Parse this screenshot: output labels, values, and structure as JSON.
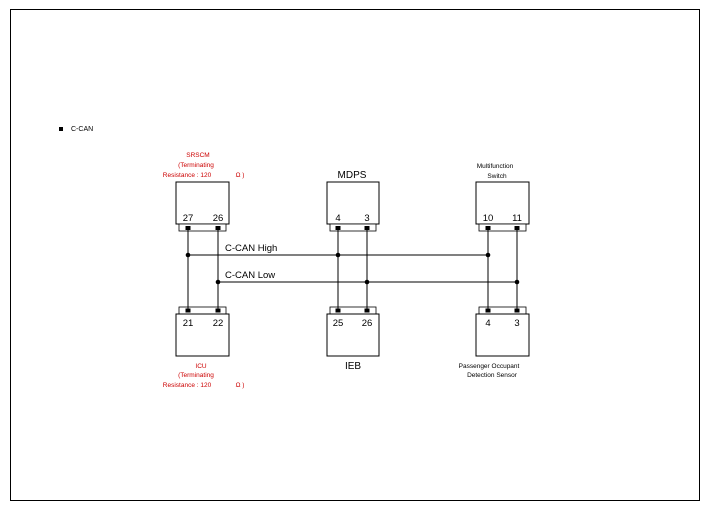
{
  "section": {
    "bullet": "■",
    "title": "C-CAN"
  },
  "bus": {
    "high_label": "C-CAN High",
    "low_label": "C-CAN Low"
  },
  "colors": {
    "line": "#000000",
    "red_note": "#cc0000"
  },
  "modules": {
    "srscm": {
      "line1": "SRSCM",
      "line2": "(Terminating",
      "line3": "Resistance : 120",
      "omega": "Ω )",
      "pin_a": "27",
      "pin_b": "26"
    },
    "mdps": {
      "name": "MDPS",
      "pin_a": "4",
      "pin_b": "3"
    },
    "mfs": {
      "line1": "Multifunction",
      "line2": "Switch",
      "pin_a": "10",
      "pin_b": "11"
    },
    "icu": {
      "line1": "ICU",
      "line2": "(Terminating",
      "line3": "Resistance : 120",
      "omega": "Ω )",
      "pin_a": "21",
      "pin_b": "22"
    },
    "ieb": {
      "name": "IEB",
      "pin_a": "25",
      "pin_b": "26"
    },
    "pods": {
      "line1": "Passenger Occupant",
      "line2": "Detection Sensor",
      "pin_a": "4",
      "pin_b": "3"
    }
  }
}
